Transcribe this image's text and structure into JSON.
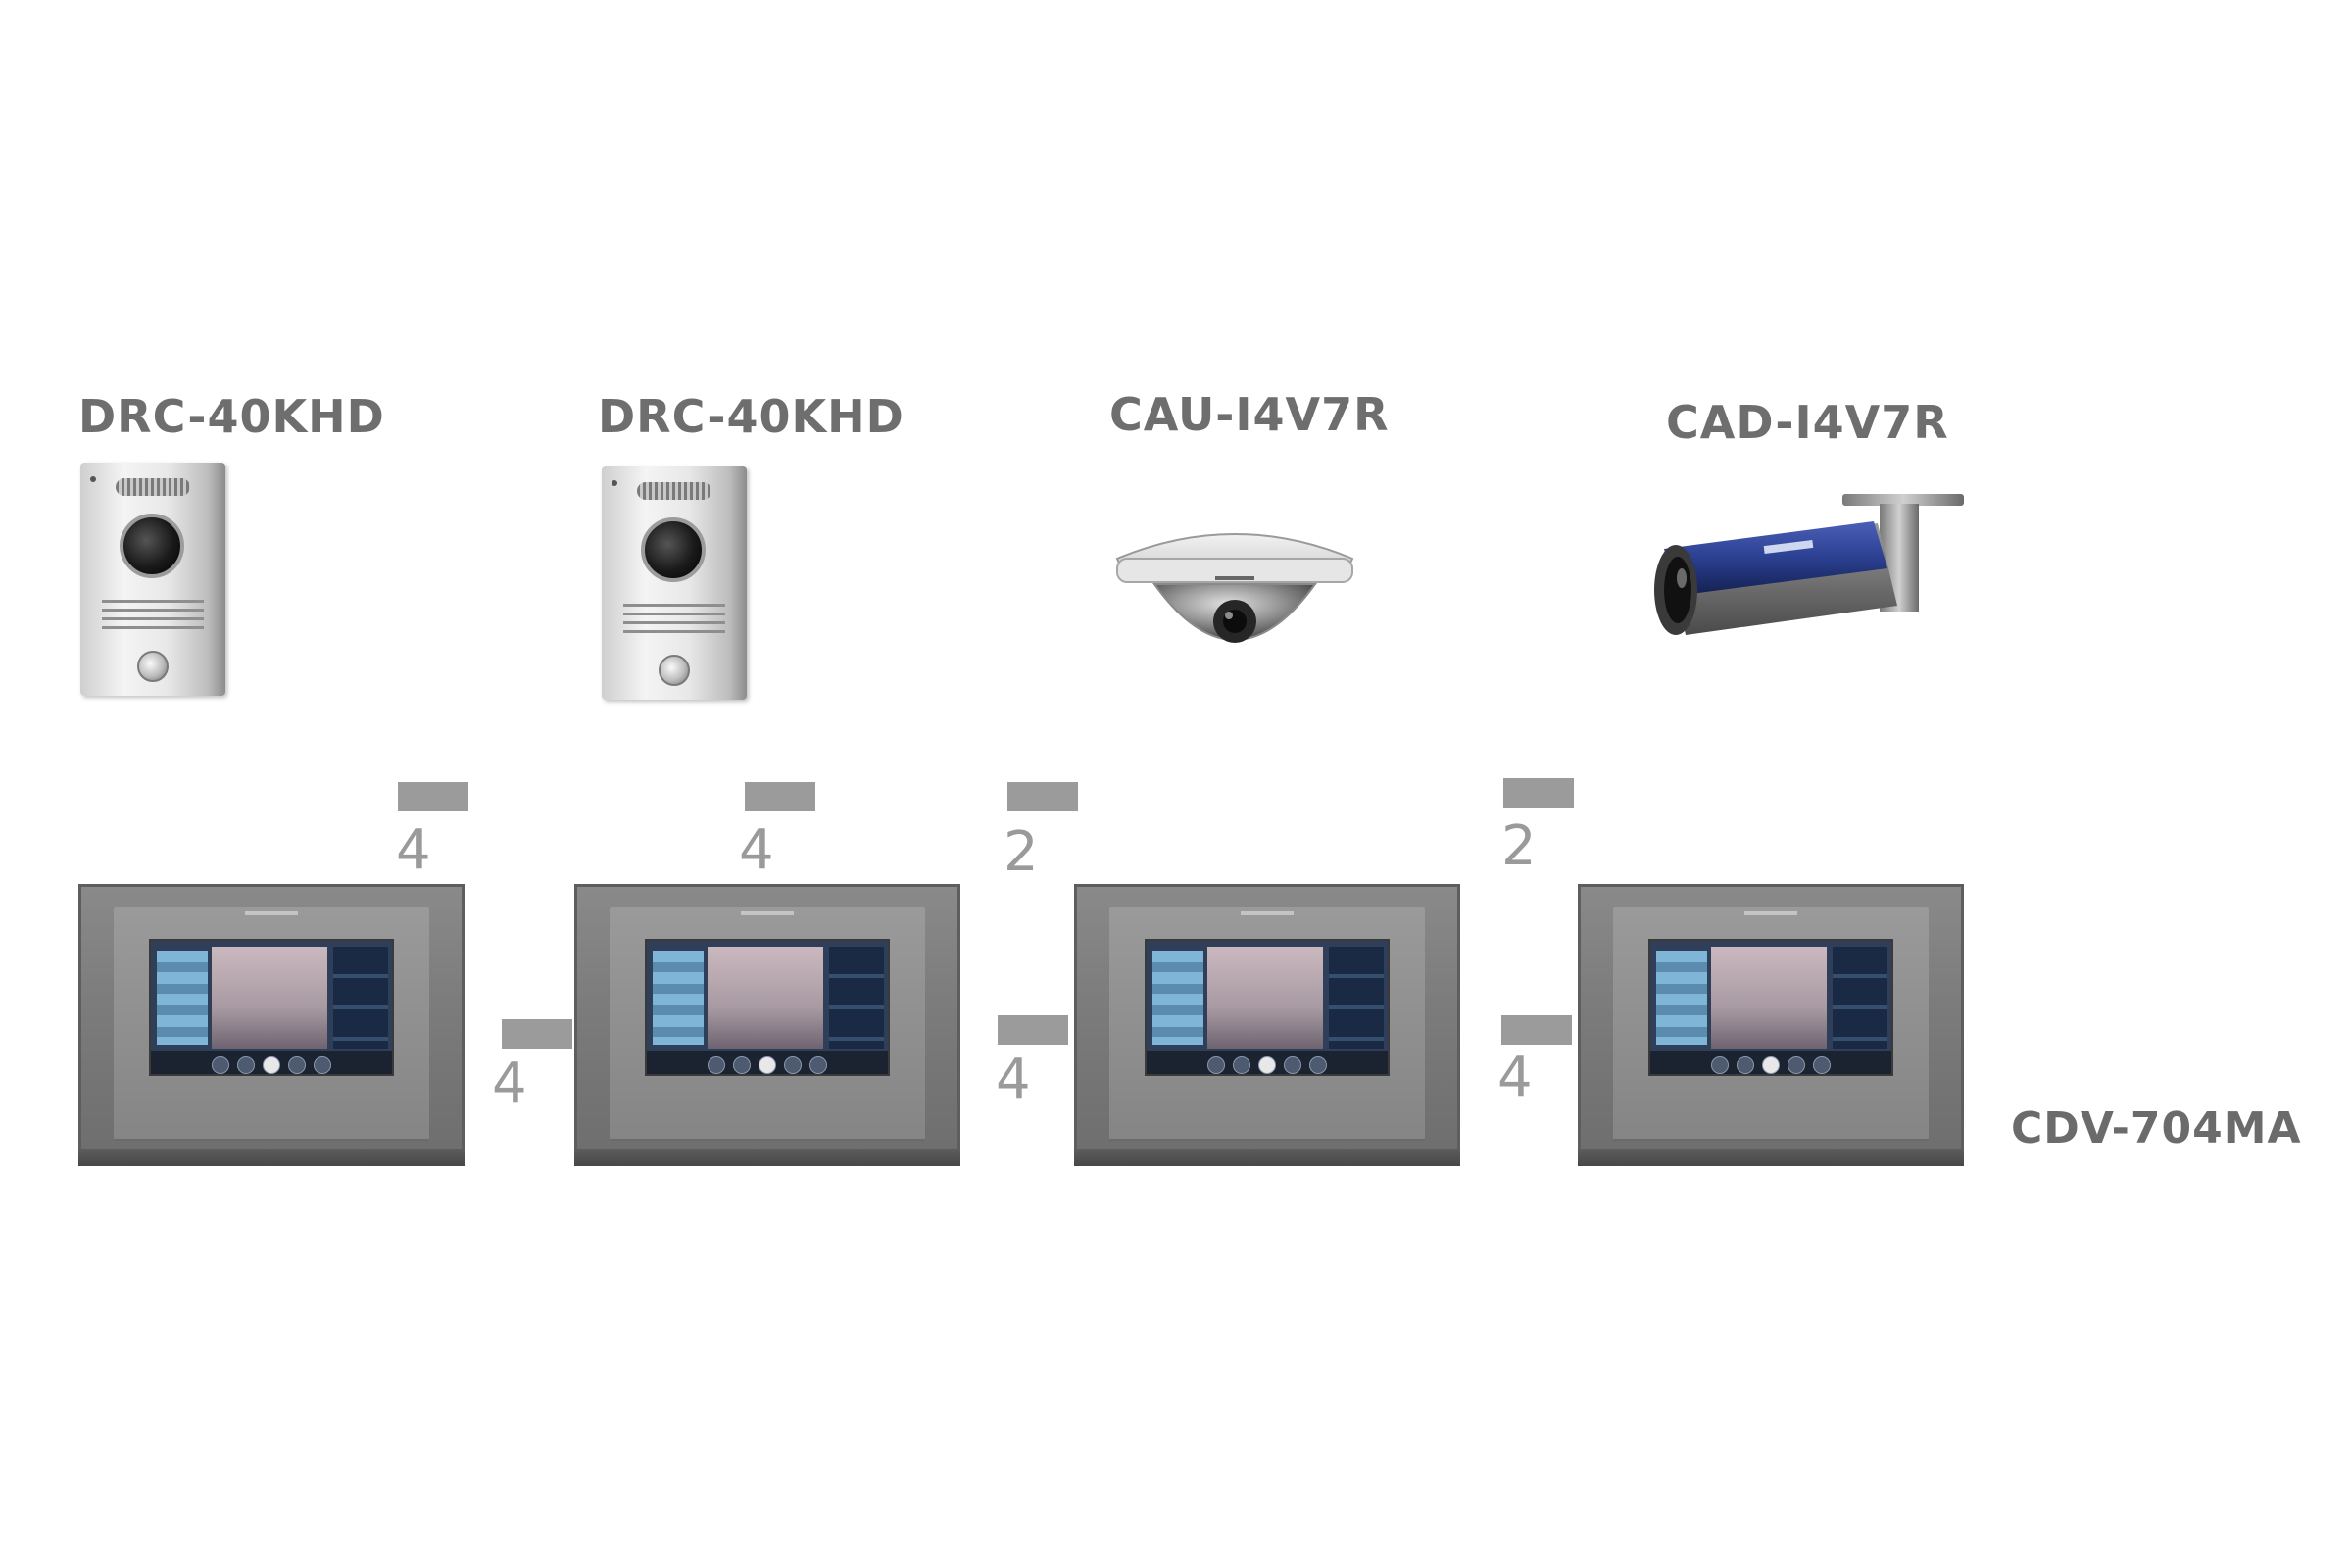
{
  "devices": {
    "door_station_1": {
      "label": "DRC-40KHD"
    },
    "door_station_2": {
      "label": "DRC-40KHD"
    },
    "dome_camera": {
      "label": "CAU-I4V7R"
    },
    "bullet_camera": {
      "label": "CAD-I4V7R"
    }
  },
  "monitors": {
    "model": "CDV-704MA",
    "count": 4
  },
  "wires": {
    "door_station_1_to_monitor_1": "4",
    "door_station_2_to_monitor_2": "4",
    "dome_camera_to_monitor_3": "2",
    "bullet_camera_to_monitor_4": "2",
    "monitor_1_to_monitor_2": "4",
    "monitor_2_to_monitor_3": "4",
    "monitor_3_to_monitor_4": "4"
  },
  "colors": {
    "label_text": "#6e6e6e",
    "wire_count_text": "#9a9a9a",
    "wire_bar": "#9b9b9b",
    "monitor_body": "#7b7b7b",
    "camera_blue": "#2a3f8f"
  }
}
